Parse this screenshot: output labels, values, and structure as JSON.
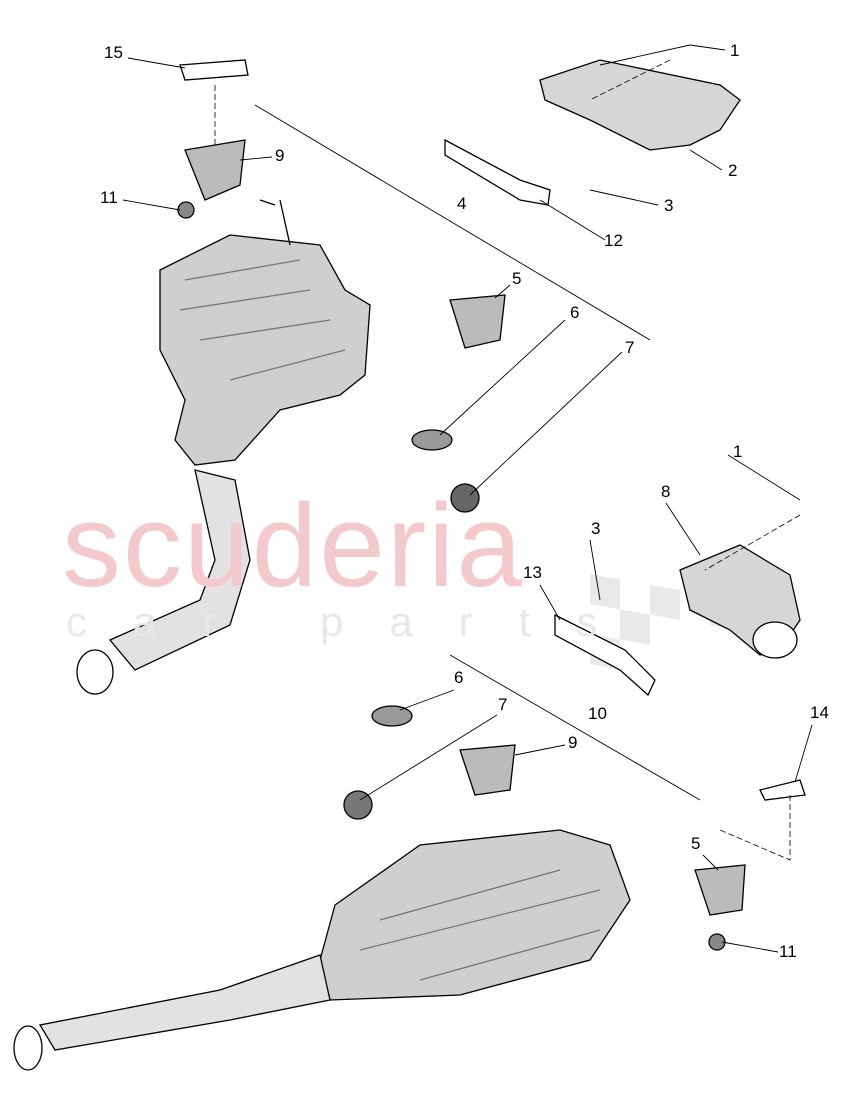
{
  "watermark": {
    "brand": "scuderia",
    "sub": "car parts",
    "brand_color": "#f4c9cc"
  },
  "callouts": [
    "15",
    "1",
    "9",
    "2",
    "11",
    "3",
    "4",
    "12",
    "5",
    "6",
    "7",
    "1",
    "8",
    "3",
    "13",
    "10",
    "6",
    "7",
    "9",
    "14",
    "5",
    "11"
  ]
}
